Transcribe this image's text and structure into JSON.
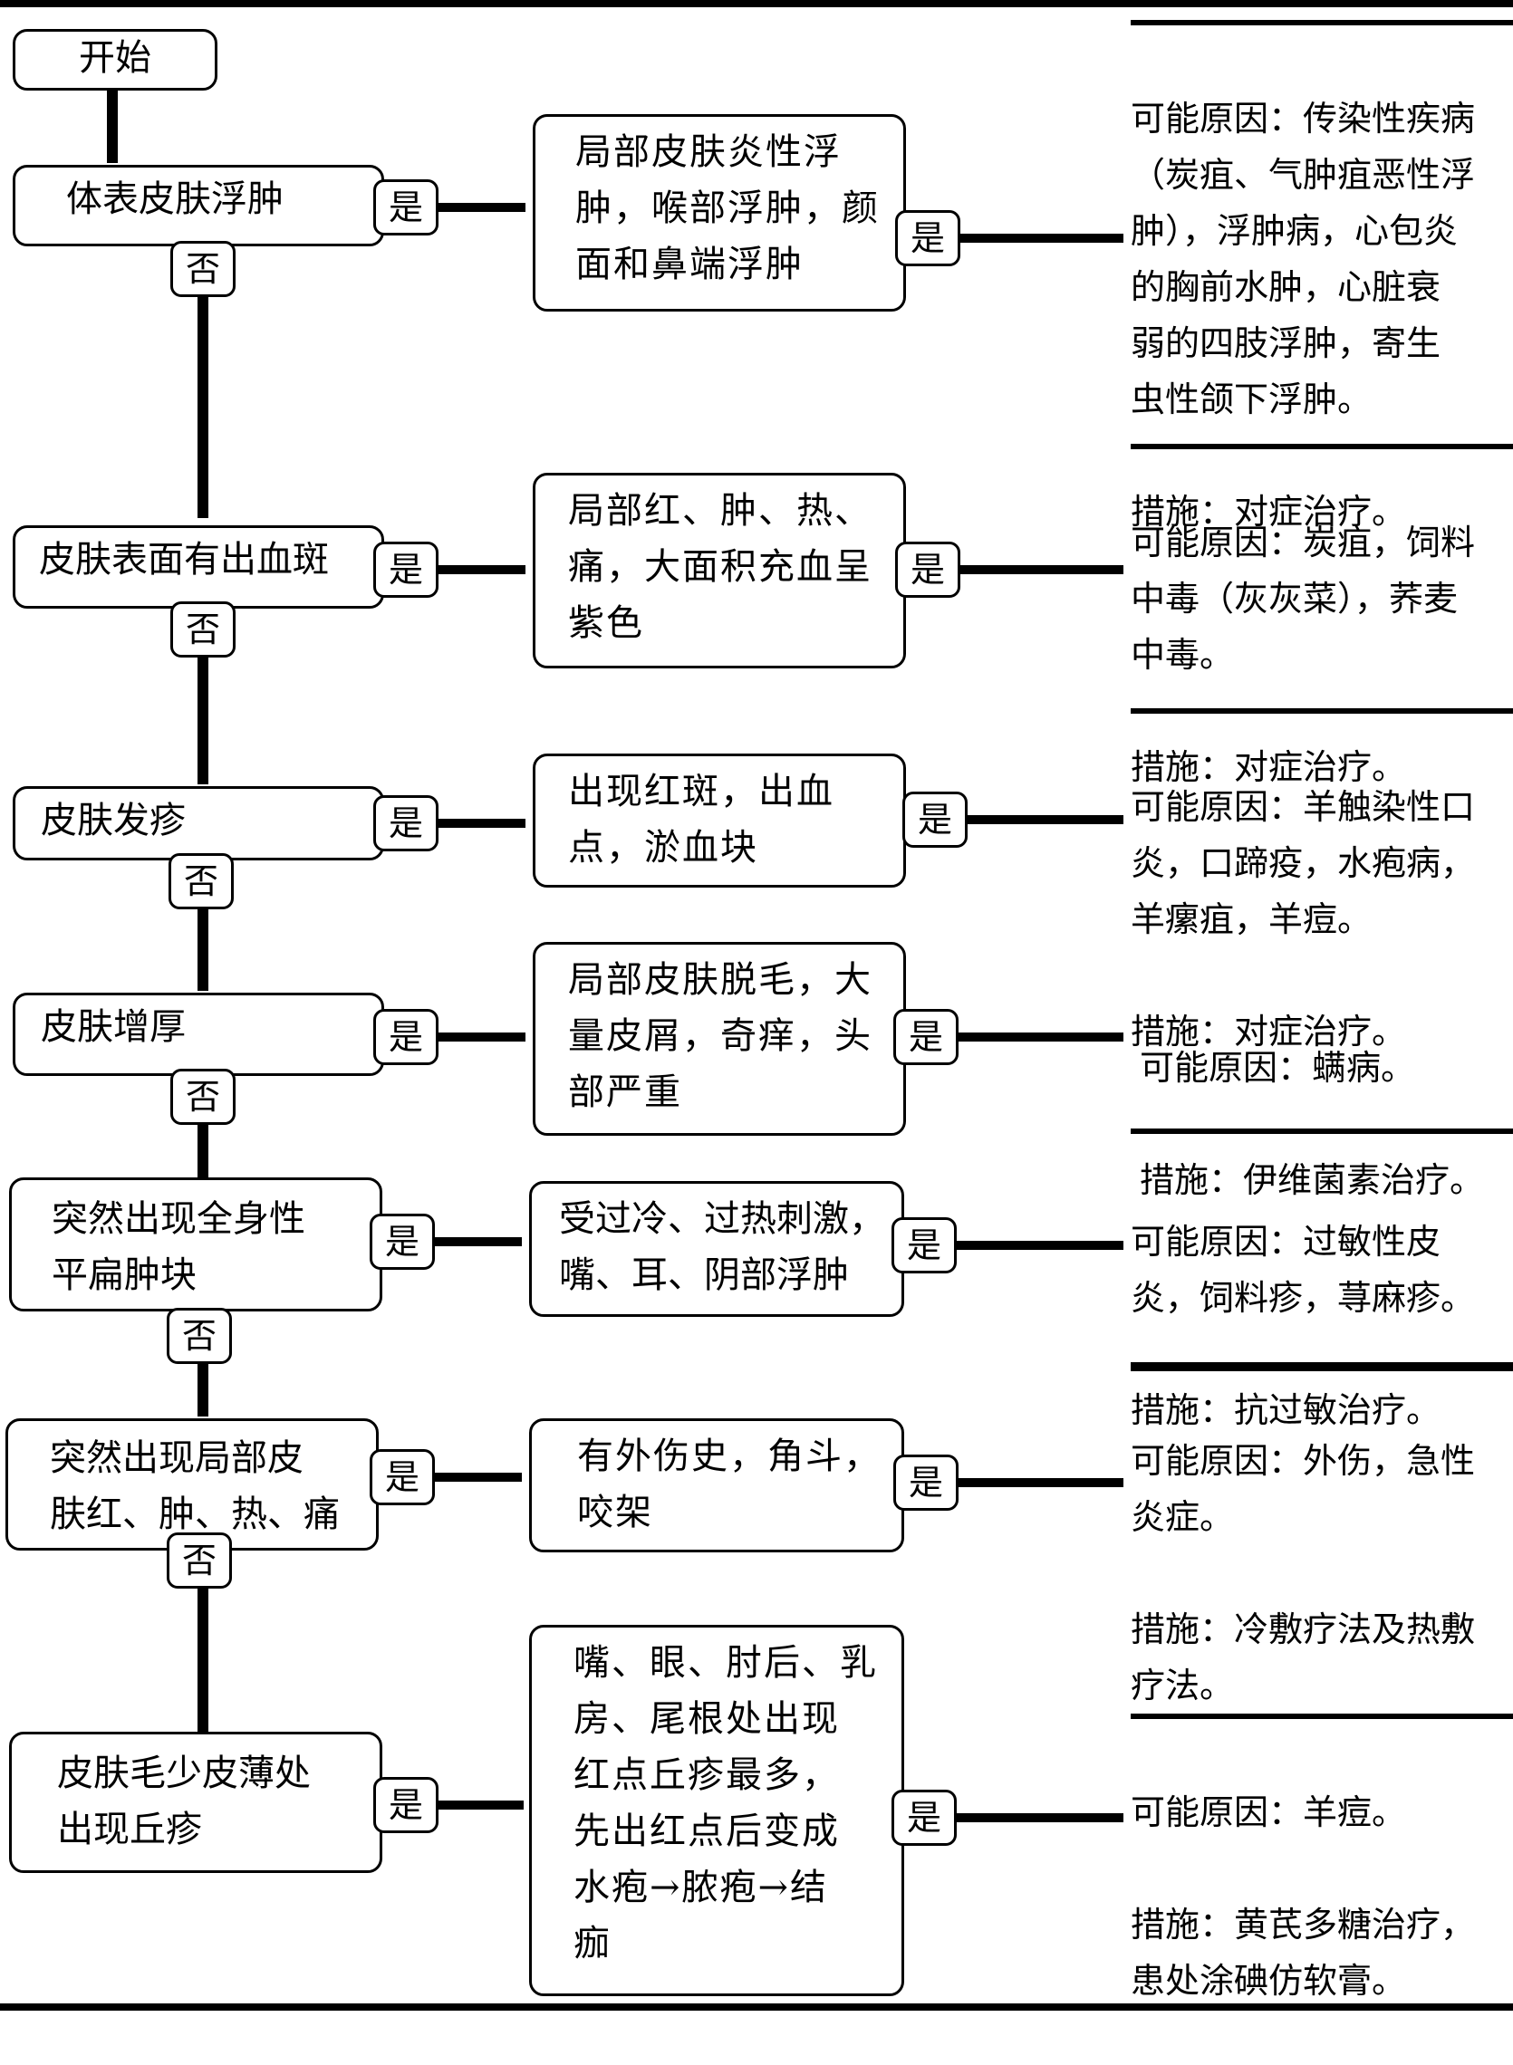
{
  "start": "开始",
  "yes": "是",
  "no": "否",
  "steps": [
    {
      "question": "体表皮肤浮肿",
      "symptom": "局部皮肤炎性浮\n肿，喉部浮肿，颜\n面和鼻端浮肿",
      "cause": "可能原因：传染性疾病\n（炭疽、气肿疽恶性浮\n肿），浮肿病，心包炎\n的胸前水肿，心脏衰\n弱的四肢浮肿，寄生\n虫性颌下浮肿。",
      "measure": "措施：对症治疗。"
    },
    {
      "question": "皮肤表面有出血斑",
      "symptom": "局部红、肿、热、\n痛，大面积充血呈\n紫色",
      "cause": "可能原因：炭疽，饲料\n中毒（灰灰菜），荞麦\n中毒。",
      "measure": "措施：对症治疗。"
    },
    {
      "question": "皮肤发疹",
      "symptom": "出现红斑，出血\n点，淤血块",
      "cause": "可能原因：羊触染性口\n炎，口蹄疫，水疱病，\n羊瘰疽，羊痘。",
      "measure": "措施：对症治疗。"
    },
    {
      "question": "皮肤增厚",
      "symptom": "局部皮肤脱毛，大\n量皮屑，奇痒，头\n部严重",
      "cause": "可能原因：螨病。",
      "measure": "措施：伊维菌素治疗。"
    },
    {
      "question": "突然出现全身性\n平扁肿块",
      "symptom": "受过冷、过热刺激，\n嘴、耳、阴部浮肿",
      "cause": "可能原因：过敏性皮\n炎，饲料疹，荨麻疹。",
      "measure": "措施：抗过敏治疗。"
    },
    {
      "question": "突然出现局部皮\n肤红、肿、热、痛",
      "symptom": "有外伤史，角斗，\n咬架",
      "cause": "可能原因：外伤，急性\n炎症。",
      "measure": "措施：冷敷疗法及热敷\n疗法。"
    },
    {
      "question": "皮肤毛少皮薄处\n出现丘疹",
      "symptom": "嘴、眼、肘后、乳\n房、尾根处出现\n红点丘疹最多，\n先出红点后变成\n水疱→脓疱→结\n痂",
      "cause": "可能原因：羊痘。",
      "measure": "措施：黄芪多糖治疗，\n患处涂碘仿软膏。"
    }
  ]
}
